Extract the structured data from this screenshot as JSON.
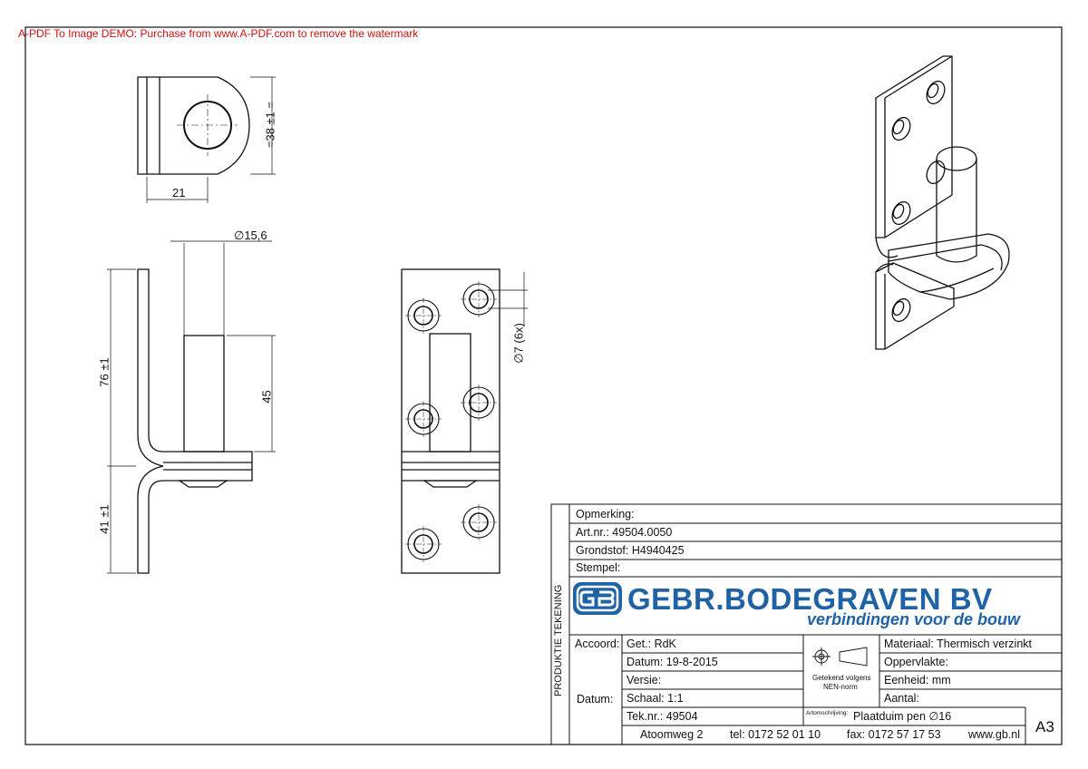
{
  "watermark": "A-PDF To Image DEMO: Purchase from www.A-PDF.com to remove the watermark",
  "dimensions": {
    "d_pin": "∅15,6",
    "width_21": "21",
    "height_38": "=38 ±1 =",
    "length_76": "76 ±1",
    "length_45": "45",
    "length_41": "41 ±1",
    "hole_dia": "∅7 (6x)"
  },
  "title_block": {
    "opmerking": "Opmerking:",
    "artnr": "Art.nr.:  49504.0050",
    "grondstof": "Grondstof: H4940425",
    "stempel": "Stempel:",
    "vertical_label": "PRODUKTIE TEKENING",
    "brand_name": "GEBR.BODEGRAVEN BV",
    "brand_tagline": "verbindingen voor de bouw",
    "accoord": "Accoord:",
    "datum_label": "Datum:",
    "get": "Get.: RdK",
    "datum": "Datum: 19-8-2015",
    "versie": "Versie:",
    "schaal": "Schaal: 1:1",
    "teknr": "Tek.nr.: 49504",
    "nen_line1": "Getekend volgens",
    "nen_line2": "NEN-norm",
    "materiaal": "Materiaal: Thermisch verzinkt",
    "oppervlakte": "Oppervlakte:",
    "eenheid": "Eenheid: mm",
    "aantal": "Aantal:",
    "artomschrijving_label": "Artomschrijving:",
    "artomschrijving": "Plaatduim pen ∅16",
    "adres": "Atoomweg 2",
    "tel": "tel: 0172 52 01 10",
    "fax": "fax: 0172 57 17 53",
    "web": "www.gb.nl",
    "format": "A3"
  },
  "colors": {
    "brand_blue": "#1f63a6",
    "watermark_red": "#d01010",
    "line": "#111111"
  }
}
